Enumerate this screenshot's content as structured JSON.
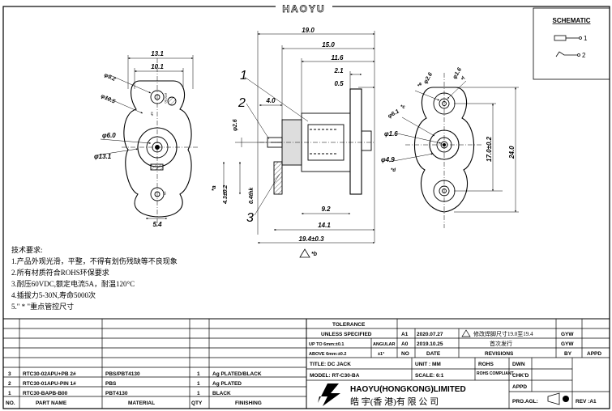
{
  "brand": "HAOYU",
  "schematic": {
    "title": "SCHEMATIC",
    "pin1": "1",
    "pin2": "2"
  },
  "front_view": {
    "dim_width": "13.1",
    "dim_inner": "10.1",
    "dim_bottom": "5.4",
    "phi_92": "φ9.2",
    "phi_105": "φ10.5",
    "phi_60": "φ6.0",
    "phi_131": "φ13.1",
    "marking_a": "RTC30",
    "marking_b": "SP",
    "marking_c": "+B"
  },
  "side_view": {
    "dim_19": "19.0",
    "dim_15": "15.0",
    "dim_116": "11.6",
    "dim_21": "2.1",
    "dim_05": "0.5",
    "dim_40": "4.0",
    "dim_26": "φ2.6",
    "dim_43": "4.3±0.2",
    "dim_04": "0.4thk",
    "dim_92": "9.2",
    "dim_141": "14.1",
    "dim_194": "19.4±0.3",
    "star_a": "*a",
    "star_b": "*b",
    "callout1": "1",
    "callout2": "2",
    "callout3": "3"
  },
  "right_view": {
    "phi_26": "φ2.6",
    "phi_16": "φ1.6",
    "phi_61": "φ6.1",
    "phi_16b": "φ1.6",
    "phi_49": "φ4.9",
    "dim_17": "17.0±0.2",
    "dim_24": "24.0",
    "star_c": "*c",
    "star_d": "*d",
    "star_e": "*e",
    "star_f": "*f"
  },
  "notes": {
    "heading": "技术要求:",
    "lines": [
      "1.产品外观光滑，平整，不得有划伤残缺等不良现象",
      "2.所有材质符合ROHS环保要求",
      "3.耐压60VDC,额定电流5A，耐温120°C",
      "4.插拔力5-30N,寿命5000次",
      "5.\" * \"重点管控尺寸"
    ]
  },
  "tolerance": {
    "title": "TOLERANCE",
    "unless": "UNLESS  SPECIFIED",
    "up_to": "UP TO 6mm:±0.1",
    "above": "ABOVE 6mm:±0.2",
    "angular": "ANGULAR",
    "angular_val": "±1°"
  },
  "revisions": [
    {
      "rev": "A1",
      "date": "2020.07.27",
      "desc": "修改焊脚尺寸19.0至19.4",
      "by": "GYW"
    },
    {
      "rev": "A0",
      "date": "2019.10.25",
      "desc": "首次发行",
      "by": "GYW"
    }
  ],
  "rev_header": {
    "no": "NO",
    "date": "DATE",
    "revisions": "REVISIONS",
    "by": "BY",
    "appd": "APPD"
  },
  "title_block": {
    "title": "TITLE: DC JACK",
    "model": "MODEL: RT-C30-BA",
    "unit": "UNIT : MM",
    "scale": "SCALE: 6:1",
    "rohs": "ROHS COMPLIANT",
    "dwn": "DWN",
    "chkd": "CHK'D",
    "appd": "APPD",
    "company_en": "HAOYU(HONGKONG)LIMITED",
    "company_cn": "皓 宇(香 港)有 限 公 司",
    "proj": "PRO.AGL:",
    "rev": "REV :A1"
  },
  "bom_header": {
    "no": "NO.",
    "part": "PART  NAME",
    "material": "MATERIAL",
    "qty": "QTY",
    "finishing": "FINISHING"
  },
  "bom": [
    {
      "no": "3",
      "part": "RTC30-02APU+PB 2#",
      "material": "PBS/PBT4130",
      "qty": "1",
      "finishing": "Ag PLATED/BLACK"
    },
    {
      "no": "2",
      "part": "RTC30-01APU-PIN 1#",
      "material": "PBS",
      "qty": "1",
      "finishing": "Ag PLATED"
    },
    {
      "no": "1",
      "part": "RTC30-BAPB-B00",
      "material": "PBT4130",
      "qty": "1",
      "finishing": "BLACK"
    }
  ]
}
